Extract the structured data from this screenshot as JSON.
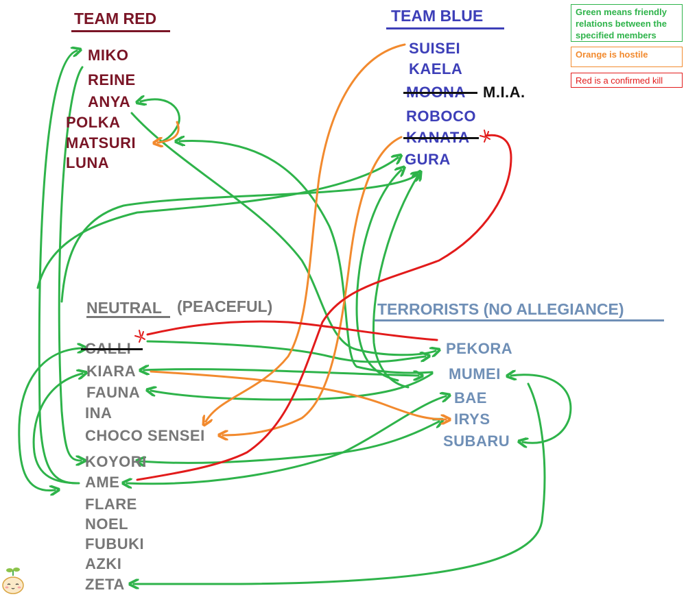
{
  "legend": {
    "green": "Green means friendly relations between the specified members",
    "orange": "Orange is hostile",
    "red": "Red is a confirmed kill"
  },
  "colors": {
    "friendly": "#2eb34a",
    "hostile": "#f28a2e",
    "kill": "#e21b1b"
  },
  "team_red": {
    "title": "TEAM RED",
    "members": [
      "MIKO",
      "REINE",
      "ANYA",
      "POLKA",
      "MATSURI",
      "LUNA"
    ]
  },
  "team_blue": {
    "title": "TEAM BLUE",
    "members": [
      "SUISEI",
      "KAELA",
      "MOONA",
      "ROBOCO",
      "KANATA",
      "GURA"
    ],
    "mia_label": "M.I.A."
  },
  "neutral": {
    "title": "NEUTRAL",
    "subtitle": "(PEACEFUL)",
    "members": [
      "CALLI",
      "KIARA",
      "FAUNA",
      "INA",
      "CHOCO SENSEI",
      "KOYORI",
      "AME",
      "FLARE",
      "NOEL",
      "FUBUKI",
      "AZKI",
      "ZETA"
    ]
  },
  "terrorists": {
    "title": "TERRORISTS (NO ALLEGIANCE)",
    "members": [
      "PEKORA",
      "MUMEI",
      "BAE",
      "IRYS",
      "SUBARU"
    ]
  }
}
